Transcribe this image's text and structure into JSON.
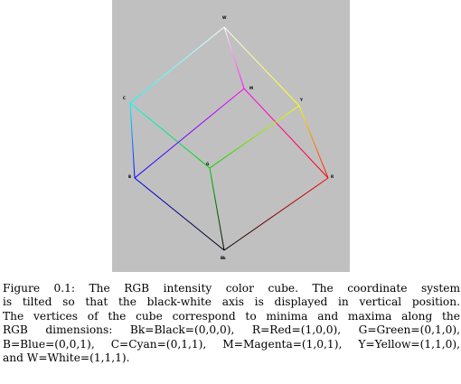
{
  "figure": {
    "vertices": {
      "W": "W",
      "C": "C",
      "M": "M",
      "Y": "Y",
      "B": "B",
      "G": "G",
      "R": "R",
      "Bk": "Bk"
    },
    "colors": {
      "background": "#c0c0c0",
      "white": "#ffffff",
      "cyan": "#00ffff",
      "magenta": "#ff00ff",
      "yellow": "#ffff00",
      "blue": "#0000ff",
      "green": "#00cc00",
      "red": "#ff0000",
      "black": "#000000"
    }
  },
  "caption": {
    "lines": [
      "Figure 0.1: The RGB intensity color cube. The coordinate system",
      "is tilted so that the black-white axis is displayed in vertical position.",
      "The vertices of the cube correspond to minima and maxima along the",
      "RGB dimensions: Bk=Black=(0,0,0), R=Red=(1,0,0), G=Green=(0,1,0),",
      "B=Blue=(0,0,1), C=Cyan=(0,1,1), M=Magenta=(1,0,1), Y=Yellow=(1,1,0),",
      "and W=White=(1,1,1)."
    ]
  }
}
